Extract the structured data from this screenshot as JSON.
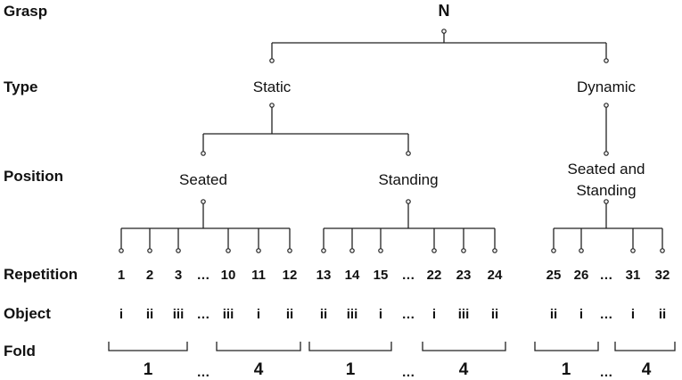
{
  "row_labels": [
    "Grasp",
    "Type",
    "Position",
    "Repetition",
    "Object",
    "Fold"
  ],
  "root": "N",
  "types": [
    "Static",
    "Dynamic"
  ],
  "positions": [
    "Seated",
    "Standing",
    "Seated and",
    "Standing"
  ],
  "groups": [
    {
      "repetitions": [
        "1",
        "2",
        "3",
        "...",
        "10",
        "11",
        "12"
      ],
      "objects": [
        "i",
        "ii",
        "iii",
        "...",
        "iii",
        "i",
        "ii"
      ],
      "folds": [
        "1",
        "...",
        "4"
      ]
    },
    {
      "repetitions": [
        "13",
        "14",
        "15",
        "...",
        "22",
        "23",
        "24"
      ],
      "objects": [
        "ii",
        "iii",
        "i",
        "...",
        "i",
        "iii",
        "ii"
      ],
      "folds": [
        "1",
        "...",
        "4"
      ]
    },
    {
      "repetitions": [
        "25",
        "26",
        "...",
        "31",
        "32"
      ],
      "objects": [
        "ii",
        "i",
        "...",
        "i",
        "ii"
      ],
      "folds": [
        "1",
        "...",
        "4"
      ]
    }
  ]
}
